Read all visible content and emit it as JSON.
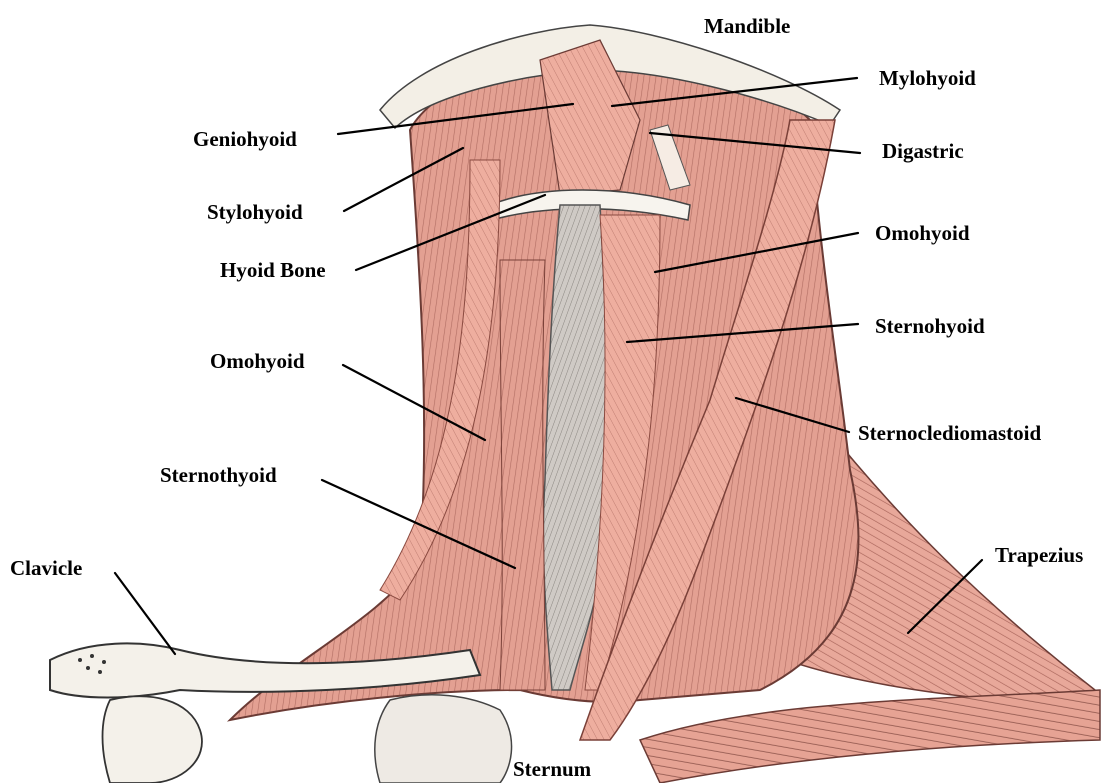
{
  "labels": {
    "mandible": "Mandible",
    "mylohyoid": "Mylohyoid",
    "geniohyoid": "Geniohyoid",
    "digastric": "Digastric",
    "stylohyoid": "Stylohyoid",
    "omohyoid_right": "Omohyoid",
    "hyoid_bone": "Hyoid Bone",
    "sternohyoid": "Sternohyoid",
    "omohyoid_left": "Omohyoid",
    "sternocleidomastoid": "Sternoclediomastoid",
    "sternothyoid": "Sternothyoid",
    "trapezius": "Trapezius",
    "clavicle": "Clavicle",
    "sternum": "Sternum"
  },
  "colors": {
    "muscle": "#e8a89a",
    "muscle_light": "#f4b8ac",
    "muscle_shadow": "#b97a70",
    "bone": "#f4f1ea",
    "cartilage": "#dcd8d2",
    "background": "#ffffff"
  }
}
